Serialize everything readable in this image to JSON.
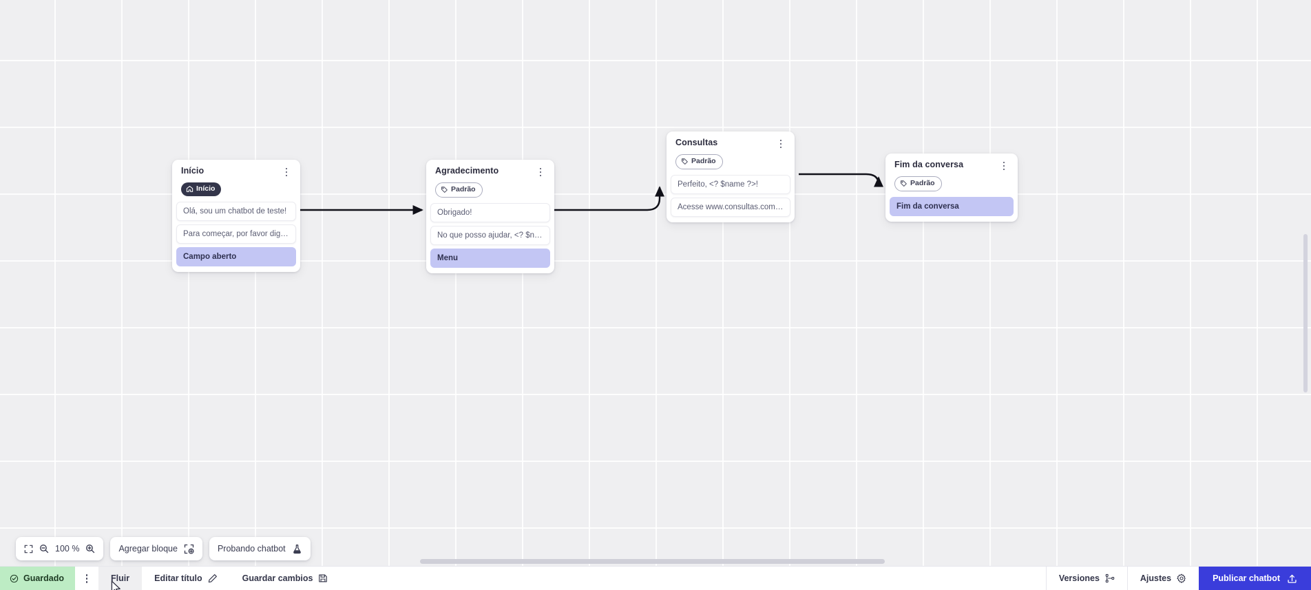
{
  "canvas": {
    "zoom_level": "100 %",
    "nodes": [
      {
        "id": "inicio",
        "title": "Início",
        "badge": {
          "label": "Início",
          "style": "dark",
          "icon": "home-icon"
        },
        "rows": [
          {
            "text": "Olá, sou um chatbot de teste!",
            "selected": false
          },
          {
            "text": "Para começar, por favor digite o ...",
            "selected": false
          },
          {
            "text": "Campo aberto",
            "selected": true
          }
        ]
      },
      {
        "id": "agradecimento",
        "title": "Agradecimento",
        "badge": {
          "label": "Padrão",
          "style": "outline",
          "icon": "tag-icon"
        },
        "rows": [
          {
            "text": "Obrigado!",
            "selected": false
          },
          {
            "text": "No que posso ajudar, <? $name ...",
            "selected": false
          },
          {
            "text": "Menu",
            "selected": true
          }
        ]
      },
      {
        "id": "consultas",
        "title": "Consultas",
        "badge": {
          "label": "Padrão",
          "style": "outline",
          "icon": "tag-icon"
        },
        "rows": [
          {
            "text": "Perfeito, <? $name ?>!",
            "selected": false
          },
          {
            "text": "Acesse www.consultas.com par...",
            "selected": false
          }
        ]
      },
      {
        "id": "fim",
        "title": "Fim da conversa",
        "badge": {
          "label": "Padrão",
          "style": "outline",
          "icon": "tag-icon"
        },
        "rows": [
          {
            "text": "Fim da conversa",
            "selected": true
          }
        ]
      }
    ]
  },
  "toolbar": {
    "fit_icon": "fit-screen-icon",
    "zoom_out_icon": "zoom-out-icon",
    "zoom_in_icon": "zoom-in-icon",
    "zoom_value": "100 %",
    "add_block_label": "Agregar bloque",
    "add_block_icon": "add-block-icon",
    "test_chatbot_label": "Probando chatbot",
    "test_chatbot_icon": "flask-icon"
  },
  "bottom_bar": {
    "saved_label": "Guardado",
    "saved_icon": "check-circle-icon",
    "kebab_icon": "kebab-menu-icon",
    "flow_tab_label": "Fluir",
    "edit_title_label": "Editar título",
    "edit_title_icon": "pencil-icon",
    "save_changes_label": "Guardar cambios",
    "save_changes_icon": "save-icon",
    "versions_label": "Versiones",
    "versions_icon": "branch-icon",
    "settings_label": "Ajustes",
    "settings_icon": "gear-icon",
    "publish_label": "Publicar chatbot",
    "publish_icon": "upload-icon"
  },
  "colors": {
    "publish_blue": "#3a3ddb",
    "saved_green": "#bdecc4",
    "selected_row": "#c3c6f4",
    "badge_dark": "#33354a",
    "canvas_bg": "#efeff1"
  }
}
